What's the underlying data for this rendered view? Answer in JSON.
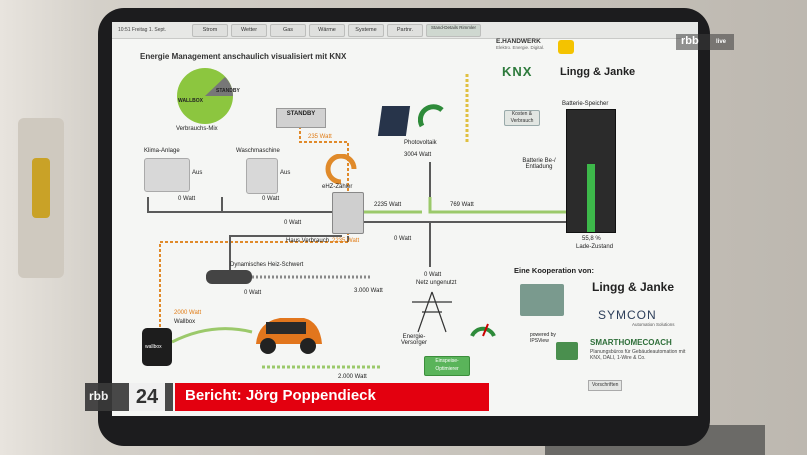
{
  "overlay": {
    "channel_logo": "rbb",
    "channel_logo_suffix": "live",
    "lower_third_logo": "rbb",
    "lower_third_number": "24",
    "lower_third_text": "Bericht: Jörg Poppendieck",
    "colors": {
      "banner": "#e3000f"
    }
  },
  "screen": {
    "nav": {
      "date": "10:51  Freitag 1. Sept.",
      "tabs": [
        "Strom",
        "Wetter",
        "Gas",
        "Wärme",
        "Systeme",
        "Partnr.",
        "Stand-Details Rimmler"
      ]
    },
    "brand": {
      "title": "E.HANDWERK",
      "subtitle": "Elektro. Energie. Digital.",
      "knx": "KNX",
      "lingg": "Lingg & Janke"
    },
    "title": "Energie Management anschaulich visualisiert mit KNX",
    "pie": {
      "label": "Verbrauchs-Mix",
      "slices": [
        "WALLBOX",
        "STANDBY"
      ],
      "colors": {
        "wallbox": "#8cc63f",
        "standby": "#777777"
      }
    },
    "standby": {
      "label": "STANDBY",
      "watt": "235 Watt"
    },
    "klima": {
      "label": "Klima-Anlage",
      "state": "Aus",
      "watt": "0 Watt"
    },
    "wasch": {
      "label": "Waschmaschine",
      "state": "Aus",
      "watt": "0 Watt"
    },
    "zaehler": {
      "label": "eHZ-Zähler"
    },
    "photovoltaik": {
      "label": "Photovoltaik",
      "watt": "3004 Watt"
    },
    "kosten_button": "Kosten & Verbrauch",
    "battery": {
      "label": "Batterie-Speicher",
      "mode_label": "Batterie Be-/ Entladung",
      "state_label": "Lade-Zustand",
      "charge_text": "55,8 %",
      "charge_percent": 55.8
    },
    "flows": {
      "pv_to_house": "2235 Watt",
      "pv_to_battery": "769 Watt",
      "left_meter": "0 Watt",
      "haus_label": "Haus Verbrauch",
      "haus_watt": "2235 Watt",
      "right_net": "0 Watt",
      "net_watt": "0 Watt",
      "net_label": "Netz ungenutzt"
    },
    "heiz": {
      "label": "Dynamisches Heiz-Schwert",
      "watt_left": "0 Watt",
      "watt_right": "3.000 Watt"
    },
    "wallbox": {
      "label": "Wallbox",
      "watt": "2000 Watt",
      "device_text": "wallbox",
      "car_watt": "2.000 Watt"
    },
    "versorger": {
      "label": "Energie-Versorger"
    },
    "optimierer_button": "Einspeise-Optimierer",
    "cooperation": {
      "title": "Eine Kooperation von:",
      "lingg": "Lingg & Janke",
      "symcon": "SYMCON",
      "symcon_sub": "Automation Solutions",
      "powered": "powered by IPSView",
      "shc": "SMARTHOMECOACH",
      "shc_sub": "Planungsbüros für Gebäudeautomation mit KNX, DALI, 1-Wire & Co."
    },
    "footer": {
      "btn1": "Vorschriften"
    }
  }
}
